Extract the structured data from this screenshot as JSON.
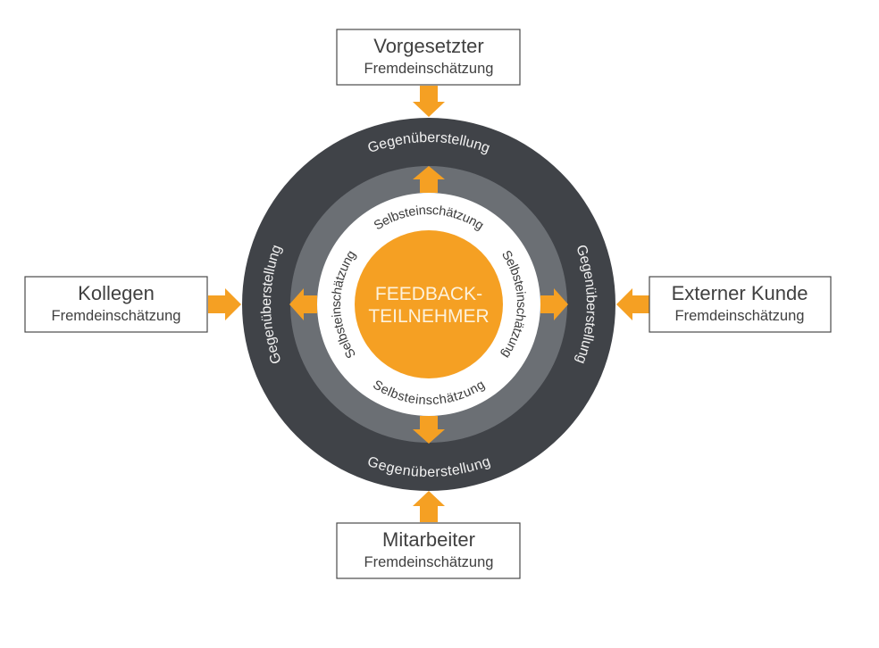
{
  "colors": {
    "accent": "#F5A023",
    "outer_ring": "#404348",
    "middle_ring": "#6B6F74",
    "inner_ring": "#FFFFFF",
    "center_text": "#FDF2DC"
  },
  "center": {
    "line1": "FEEDBACK-",
    "line2": "TEILNEHMER"
  },
  "rings": {
    "outer_label": "Gegenüberstellung",
    "inner_label": "Selbsteinschätzung"
  },
  "sources": {
    "top": {
      "title": "Vorgesetzter",
      "subtitle": "Fremdeinschätzung"
    },
    "left": {
      "title": "Kollegen",
      "subtitle": "Fremdeinschätzung"
    },
    "right": {
      "title": "Externer Kunde",
      "subtitle": "Fremdeinschätzung"
    },
    "bottom": {
      "title": "Mitarbeiter",
      "subtitle": "Fremdeinschätzung"
    }
  }
}
